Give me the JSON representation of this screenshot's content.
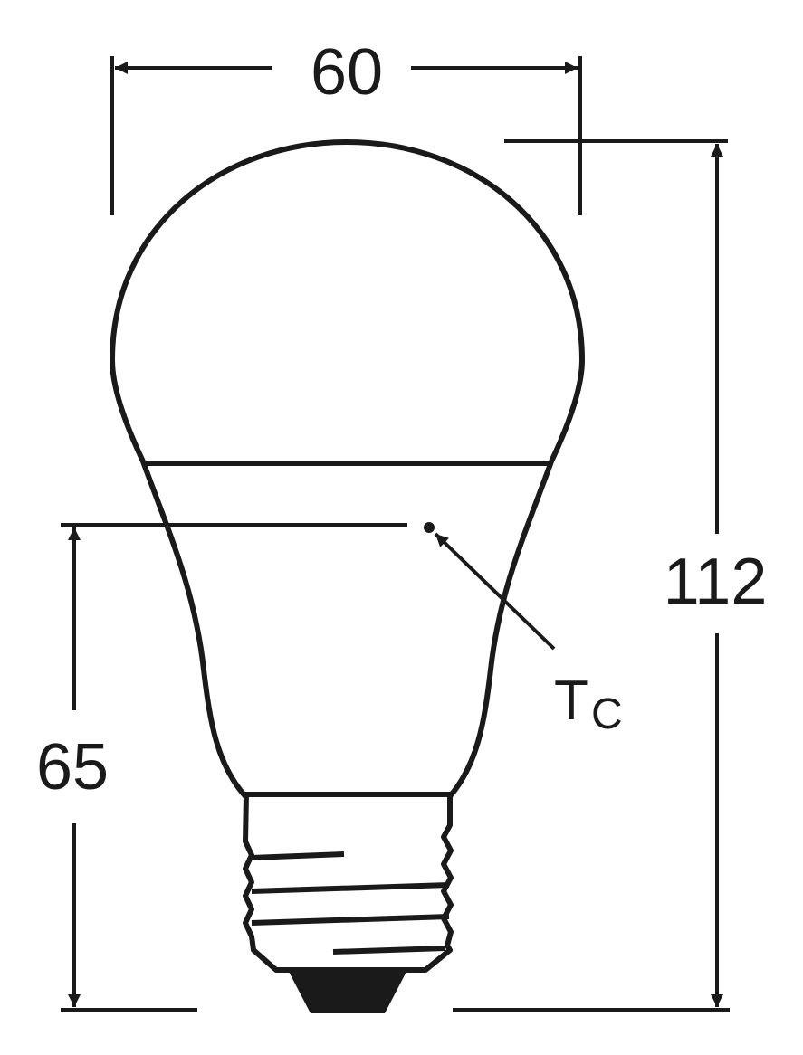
{
  "diagram": {
    "subject": "A60 LED bulb with E27 screw base - dimensional drawing",
    "colors": {
      "line": "#1a1a1a",
      "background": "#ffffff"
    },
    "dimensions": {
      "width": {
        "value": "60",
        "axis": "horizontal"
      },
      "height_total": {
        "value": "112",
        "axis": "vertical"
      },
      "tc_height": {
        "value": "65",
        "axis": "vertical"
      }
    },
    "labels": {
      "tc_main": "T",
      "tc_sub": "C"
    }
  }
}
